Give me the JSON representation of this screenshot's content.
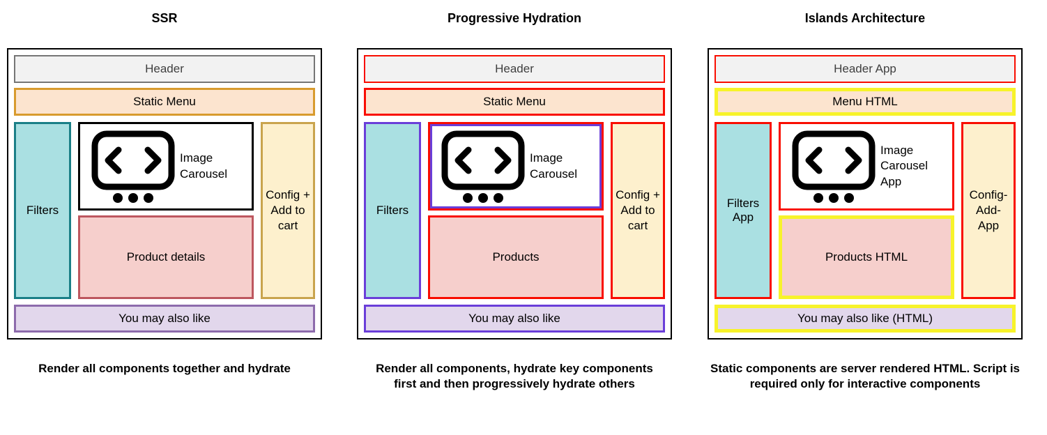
{
  "panels": [
    {
      "title": "SSR",
      "caption": "Render all components together and hydrate",
      "frame_border": "#000000",
      "header": {
        "label": "Header",
        "fill": "#f2f2f2",
        "border": "#757575"
      },
      "menu": {
        "label": "Static Menu",
        "fill": "#fce4cf",
        "border": "#d89b2e"
      },
      "filters": {
        "label": "Filters",
        "fill": "#aae0e2",
        "border": "#1a7f87"
      },
      "carousel": {
        "label": "Image Carousel",
        "fill": "#ffffff",
        "border": "#000000"
      },
      "config": {
        "label": "Config + Add to cart",
        "fill": "#fdf0cd",
        "border": "#c9a44d"
      },
      "products": {
        "label": "Product details",
        "fill": "#f6cfcc",
        "border": "#bd575f"
      },
      "also_like": {
        "label": "You may also like",
        "fill": "#e2d7ec",
        "border": "#8d6bac"
      }
    },
    {
      "title": "Progressive Hydration",
      "caption": "Render all components, hydrate key components first and then progressively hydrate others",
      "frame_border": "#000000",
      "header": {
        "label": "Header",
        "fill": "#f2f2f2",
        "border": "#f90d00"
      },
      "menu": {
        "label": "Static Menu",
        "fill": "#fce4cf",
        "border": "#f90d00"
      },
      "filters": {
        "label": "Filters",
        "fill": "#aae0e2",
        "border": "#6a3ed9"
      },
      "carousel": {
        "label": "Image Carousel",
        "fill": "#ffffff",
        "border": "#f90d00",
        "border_inner": "#6a3ed9"
      },
      "config": {
        "label": "Config + Add to cart",
        "fill": "#fdf0cd",
        "border": "#f90d00"
      },
      "products": {
        "label": "Products",
        "fill": "#f6cfcc",
        "border": "#f90d00"
      },
      "also_like": {
        "label": "You may also like",
        "fill": "#e2d7ec",
        "border": "#6a3ed9"
      }
    },
    {
      "title": "Islands Architecture",
      "caption": "Static components are server rendered HTML. Script is required only for interactive components",
      "frame_border": "#000000",
      "header": {
        "label": "Header App",
        "fill": "#f2f2f2",
        "border": "#f90d00"
      },
      "menu": {
        "label": "Menu HTML",
        "fill": "#fce4cf",
        "border": "#f7f32a"
      },
      "filters": {
        "label": "Filters App",
        "fill": "#aae0e2",
        "border": "#f90d00"
      },
      "carousel": {
        "label": "Image Carousel App",
        "fill": "#ffffff",
        "border": "#f90d00"
      },
      "config": {
        "label": "Config-Add-App",
        "fill": "#fdf0cd",
        "border": "#f90d00"
      },
      "products": {
        "label": "Products HTML",
        "fill": "#f6cfcc",
        "border": "#f7f32a"
      },
      "also_like": {
        "label": "You may also like (HTML)",
        "fill": "#e2d7ec",
        "border": "#f7f32a"
      }
    }
  ],
  "icons": {
    "carousel": "image-carousel-icon"
  },
  "palette": {
    "black": "#000000",
    "gray_border": "#757575",
    "orange": "#d89b2e",
    "teal": "#1a7f87",
    "gold": "#c9a44d",
    "dark_red": "#bd575f",
    "muted_purple": "#8d6bac",
    "red": "#f90d00",
    "violet": "#6a3ed9",
    "yellow": "#f7f32a",
    "header_fill": "#f2f2f2",
    "menu_fill": "#fce4cf",
    "filters_fill": "#aae0e2",
    "config_fill": "#fdf0cd",
    "products_fill": "#f6cfcc",
    "also_like_fill": "#e2d7ec"
  }
}
